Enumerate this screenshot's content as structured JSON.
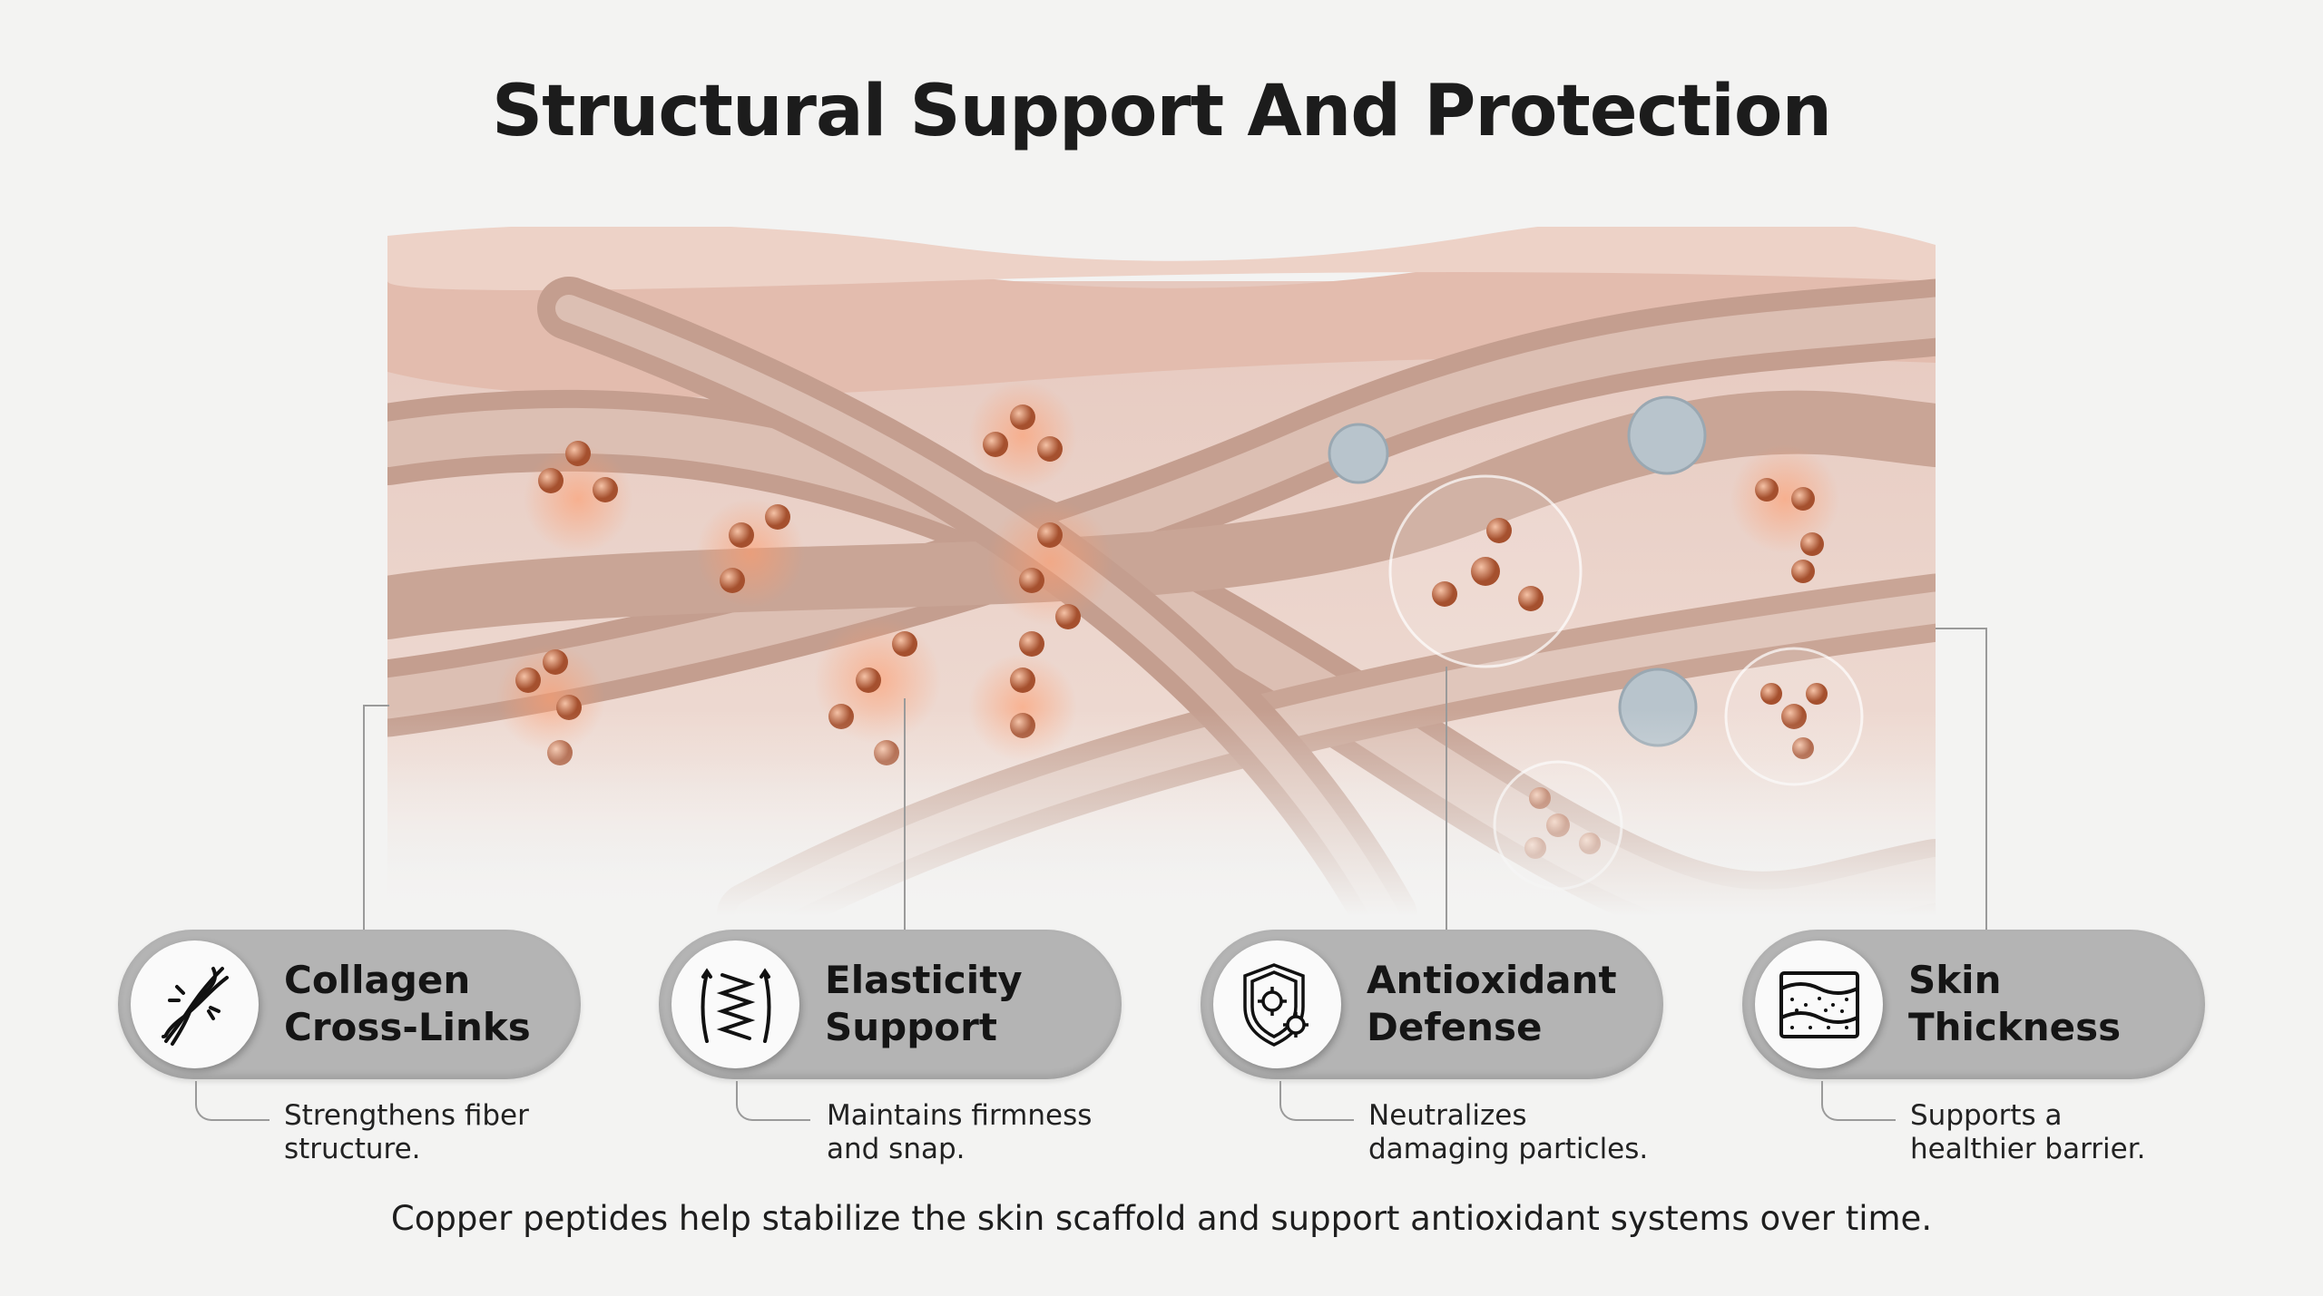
{
  "title": "Structural Support And Protection",
  "benefits": [
    {
      "title": "Collagen\nCross-Links",
      "description": "Strengthens fiber\nstructure.",
      "icon": "collagen-helix-icon"
    },
    {
      "title": "Elasticity\nSupport",
      "description": "Maintains firmness\nand snap.",
      "icon": "spring-stretch-icon"
    },
    {
      "title": "Antioxidant\nDefense",
      "description": "Neutralizes\ndamaging particles.",
      "icon": "shield-virus-icon"
    },
    {
      "title": "Skin\nThickness",
      "description": "Supports a\nhealthier barrier.",
      "icon": "skin-layers-icon"
    }
  ],
  "footer": "Copper peptides help stabilize the skin scaffold and support antioxidant systems over time.",
  "colors": {
    "background": "#f3f3f2",
    "pill": "#b4b4b4",
    "skin": "#e8c4b8",
    "copper": "#c8714e",
    "fiber": "#c9a596",
    "particle": "#b8c4cc"
  }
}
